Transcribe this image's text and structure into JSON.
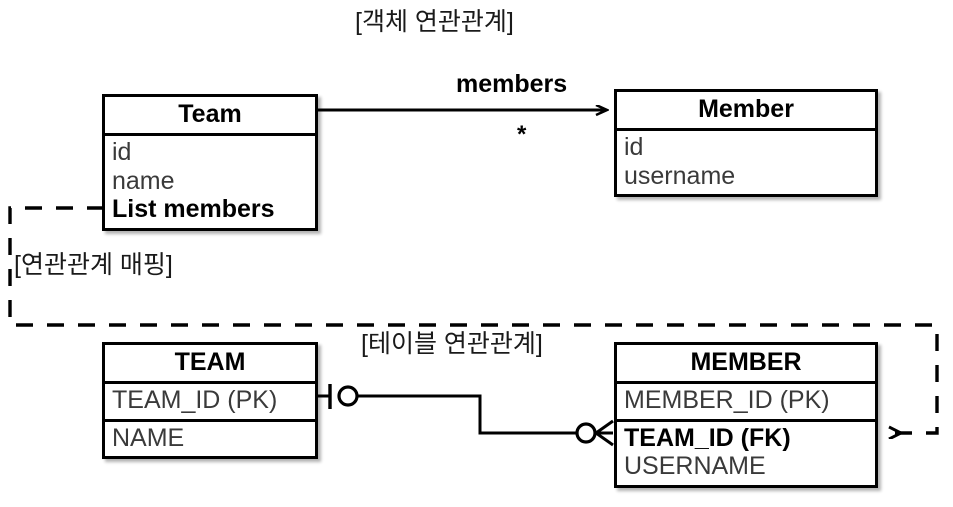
{
  "diagram": {
    "title_object": "[객체 연관관계]",
    "title_mapping": "[연관관계 매핑]",
    "title_table": "[테이블 연관관계]",
    "colors": {
      "stroke": "#000000",
      "background": "#ffffff",
      "field_text": "#3a3a3a",
      "caption_text": "#1a1a1a"
    }
  },
  "object_model": {
    "association": {
      "label": "members",
      "multiplicity": "*",
      "arrow": "open-arrow-right"
    },
    "team": {
      "title": "Team",
      "fields": [
        {
          "name": "id",
          "bold": false
        },
        {
          "name": "name",
          "bold": false
        },
        {
          "name": "List members",
          "bold": true
        }
      ]
    },
    "member": {
      "title": "Member",
      "fields": [
        {
          "name": "id",
          "bold": false
        },
        {
          "name": "username",
          "bold": false
        }
      ]
    }
  },
  "table_model": {
    "team": {
      "title": "TEAM",
      "sections": [
        {
          "fields": [
            {
              "name": "TEAM_ID (PK)",
              "bold": false
            }
          ]
        },
        {
          "fields": [
            {
              "name": "NAME",
              "bold": false
            }
          ]
        }
      ]
    },
    "member": {
      "title": "MEMBER",
      "sections": [
        {
          "fields": [
            {
              "name": "MEMBER_ID (PK)",
              "bold": false
            }
          ]
        },
        {
          "fields": [
            {
              "name": "TEAM_ID (FK)",
              "bold": true
            },
            {
              "name": "USERNAME",
              "bold": false
            }
          ]
        }
      ]
    },
    "relationship": {
      "left_end": "one-and-only-one",
      "right_end": "zero-or-many",
      "style": "crows-foot"
    }
  },
  "mapping_link": {
    "from": "Team.List members",
    "to": "MEMBER.TEAM_ID (FK)",
    "style": "dashed",
    "arrow": "arrow-left"
  }
}
